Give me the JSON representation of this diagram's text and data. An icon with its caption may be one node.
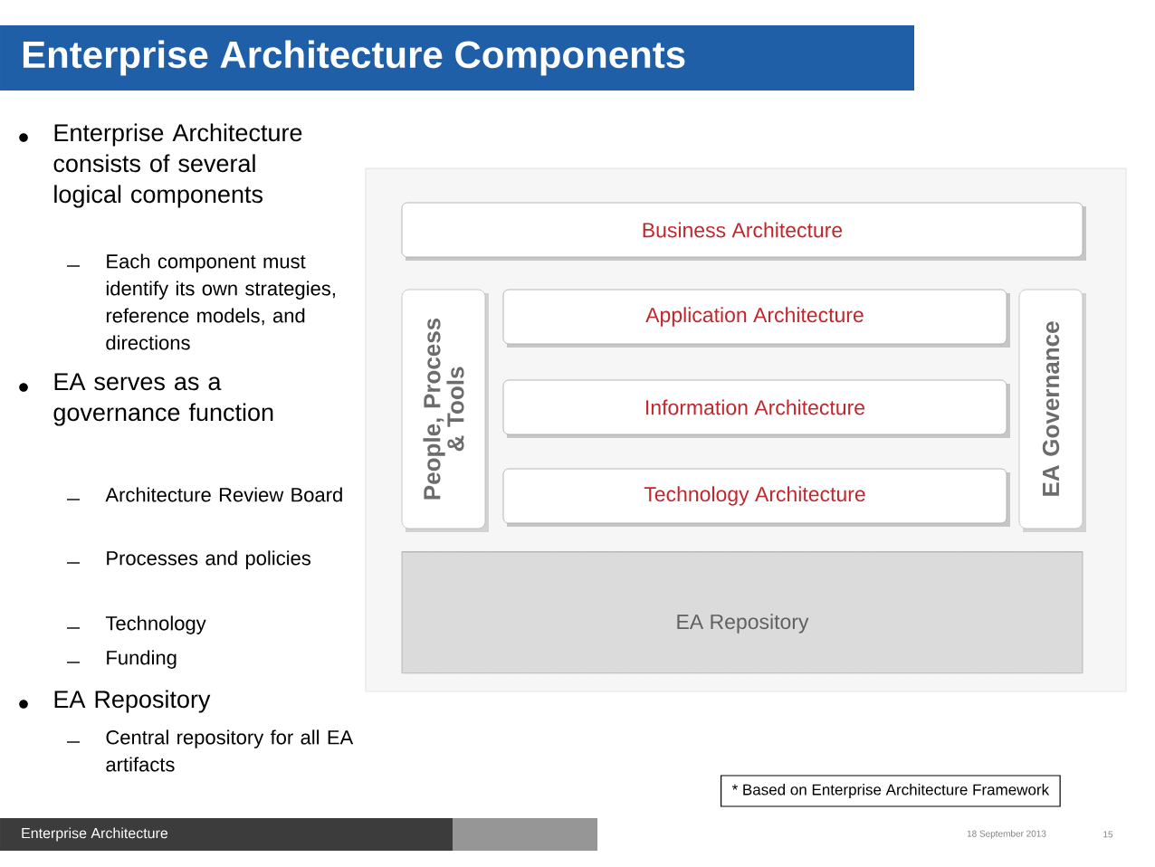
{
  "diagram": {
    "title": "Enterprise Architecture Components",
    "nodes": [
      {
        "text": [
          "Business Architecture"
        ]
      },
      {
        "text": [
          "People, Process & Tools"
        ]
      },
      {
        "text": [
          "Application Architecture"
        ]
      },
      {
        "text": [
          "Information Architecture"
        ]
      },
      {
        "text": [
          "Technology Architecture"
        ]
      },
      {
        "text": [
          "EA Governance"
        ]
      },
      {
        "text": [
          "EA Repository"
        ]
      }
    ],
    "edges": [],
    "labels": [
      "Enterprise Architecture consists of several logical components",
      "Each component must identify its own strategies, reference models, and directions",
      "EA serves as a governance function",
      "Architecture Review Board",
      "Processes and policies",
      "Technology",
      "Funding",
      "EA Repository",
      "Central repository for all EA artifacts",
      "* Based on Enterprise Architecture Framework",
      "Enterprise Architecture",
      "18 September 2013",
      "15"
    ]
  }
}
